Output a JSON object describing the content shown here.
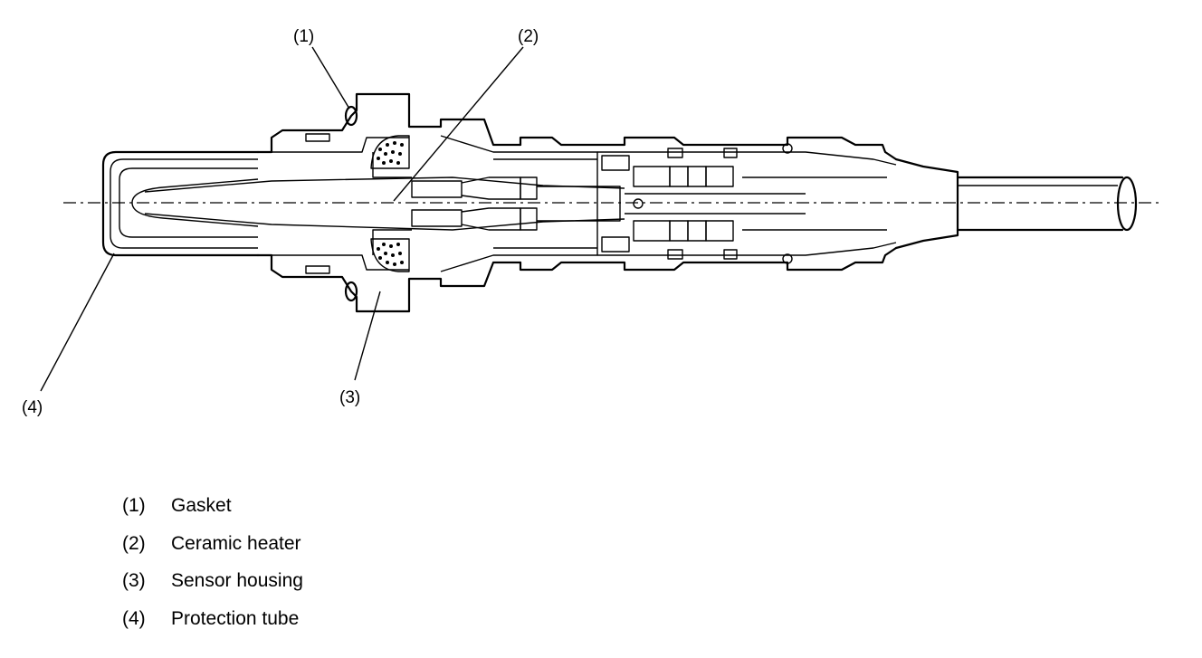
{
  "callouts": [
    {
      "id": "1",
      "text": "(1)"
    },
    {
      "id": "2",
      "text": "(2)"
    },
    {
      "id": "3",
      "text": "(3)"
    },
    {
      "id": "4",
      "text": "(4)"
    }
  ],
  "legend": [
    {
      "num": "(1)",
      "label": "Gasket"
    },
    {
      "num": "(2)",
      "label": "Ceramic heater"
    },
    {
      "num": "(3)",
      "label": "Sensor housing"
    },
    {
      "num": "(4)",
      "label": "Protection tube"
    }
  ]
}
